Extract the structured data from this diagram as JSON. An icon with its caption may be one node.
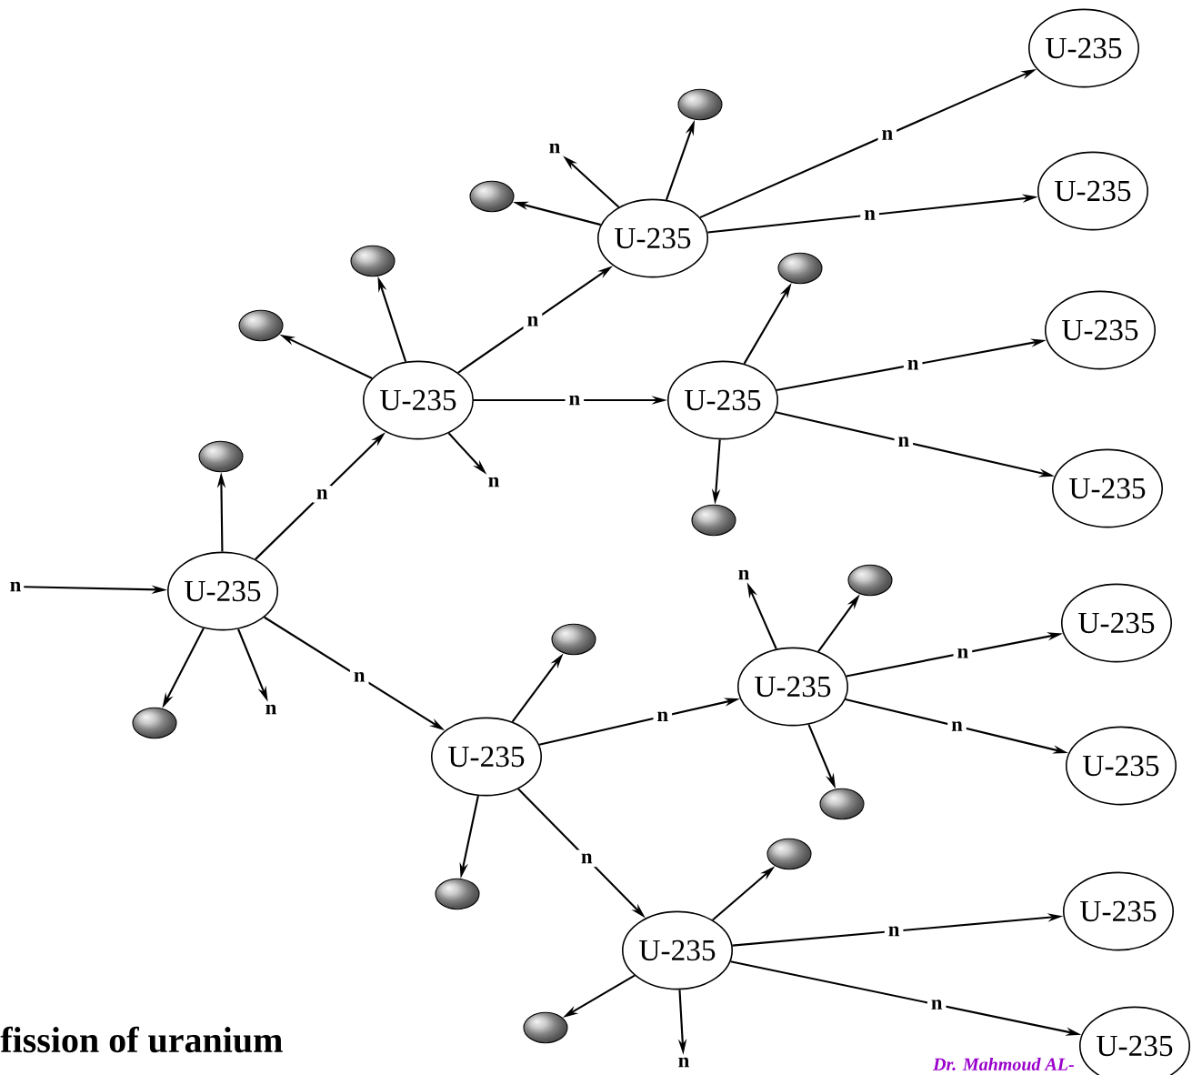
{
  "diagram": {
    "title": "fission of uranium",
    "nodes": [
      {
        "text": [
          "n"
        ]
      },
      {
        "text": [
          "U-235"
        ]
      },
      {
        "text": [
          "U-235"
        ]
      },
      {
        "text": [
          "U-235"
        ]
      },
      {
        "text": [
          "U-235"
        ]
      },
      {
        "text": [
          "U-235"
        ]
      },
      {
        "text": [
          "U-235"
        ]
      },
      {
        "text": [
          "U-235"
        ]
      },
      {
        "text": [
          "U-235"
        ]
      },
      {
        "text": [
          "U-235"
        ]
      },
      {
        "text": [
          "U-235"
        ]
      },
      {
        "text": [
          "U-235"
        ]
      },
      {
        "text": [
          "U-235"
        ]
      },
      {
        "text": [
          "U-235"
        ]
      },
      {
        "text": [
          "U-235"
        ]
      },
      {
        "text": [
          "U-235"
        ]
      },
      {
        "text": [
          "n"
        ]
      },
      {
        "text": [
          "n"
        ]
      },
      {
        "text": [
          "n"
        ]
      },
      {
        "text": [
          "n"
        ]
      },
      {
        "text": [
          "n"
        ]
      },
      {
        "text": [],
        "shape": "circle"
      },
      {
        "text": [],
        "shape": "circle"
      },
      {
        "text": [],
        "shape": "circle"
      },
      {
        "text": [],
        "shape": "circle"
      },
      {
        "text": [],
        "shape": "circle"
      },
      {
        "text": [],
        "shape": "circle"
      },
      {
        "text": [],
        "shape": "circle"
      },
      {
        "text": [],
        "shape": "circle"
      },
      {
        "text": [],
        "shape": "circle"
      },
      {
        "text": [],
        "shape": "circle"
      },
      {
        "text": [],
        "shape": "circle"
      },
      {
        "text": [],
        "shape": "circle"
      },
      {
        "text": [],
        "shape": "circle"
      },
      {
        "text": [],
        "shape": "circle"
      }
    ],
    "edges": [
      {
        "from": 0,
        "to": 1,
        "arrow": "to"
      },
      {
        "from": 1,
        "to": 2,
        "arrow": "to",
        "label": "n"
      },
      {
        "from": 1,
        "to": 5,
        "arrow": "to",
        "label": "n"
      },
      {
        "from": 1,
        "to": 16,
        "arrow": "to"
      },
      {
        "from": 1,
        "to": 21,
        "arrow": "to"
      },
      {
        "from": 1,
        "to": 22,
        "arrow": "to"
      },
      {
        "from": 2,
        "to": 3,
        "arrow": "to",
        "label": "n"
      },
      {
        "from": 2,
        "to": 4,
        "arrow": "to",
        "label": "n"
      },
      {
        "from": 2,
        "to": 17,
        "arrow": "to"
      },
      {
        "from": 2,
        "to": 23,
        "arrow": "to"
      },
      {
        "from": 2,
        "to": 24,
        "arrow": "to"
      },
      {
        "from": 3,
        "to": 8,
        "arrow": "to",
        "label": "n"
      },
      {
        "from": 3,
        "to": 9,
        "arrow": "to",
        "label": "n"
      },
      {
        "from": 3,
        "to": 18,
        "arrow": "to"
      },
      {
        "from": 3,
        "to": 25,
        "arrow": "to"
      },
      {
        "from": 3,
        "to": 26,
        "arrow": "to"
      },
      {
        "from": 4,
        "to": 10,
        "arrow": "to",
        "label": "n"
      },
      {
        "from": 4,
        "to": 11,
        "arrow": "to",
        "label": "n"
      },
      {
        "from": 4,
        "to": 27,
        "arrow": "to"
      },
      {
        "from": 4,
        "to": 28,
        "arrow": "to"
      },
      {
        "from": 5,
        "to": 6,
        "arrow": "to",
        "label": "n"
      },
      {
        "from": 5,
        "to": 7,
        "arrow": "to",
        "label": "n"
      },
      {
        "from": 5,
        "to": 29,
        "arrow": "to"
      },
      {
        "from": 5,
        "to": 30,
        "arrow": "to"
      },
      {
        "from": 6,
        "to": 12,
        "arrow": "to",
        "label": "n"
      },
      {
        "from": 6,
        "to": 13,
        "arrow": "to",
        "label": "n"
      },
      {
        "from": 6,
        "to": 19,
        "arrow": "to"
      },
      {
        "from": 6,
        "to": 31,
        "arrow": "to"
      },
      {
        "from": 6,
        "to": 32,
        "arrow": "to"
      },
      {
        "from": 7,
        "to": 14,
        "arrow": "to",
        "label": "n"
      },
      {
        "from": 7,
        "to": 15,
        "arrow": "to",
        "label": "n"
      },
      {
        "from": 7,
        "to": 20,
        "arrow": "to"
      },
      {
        "from": 7,
        "to": 33,
        "arrow": "to"
      },
      {
        "from": 7,
        "to": 34,
        "arrow": "to"
      }
    ],
    "labels": [
      "Dr. Mahmoud AL-"
    ]
  }
}
